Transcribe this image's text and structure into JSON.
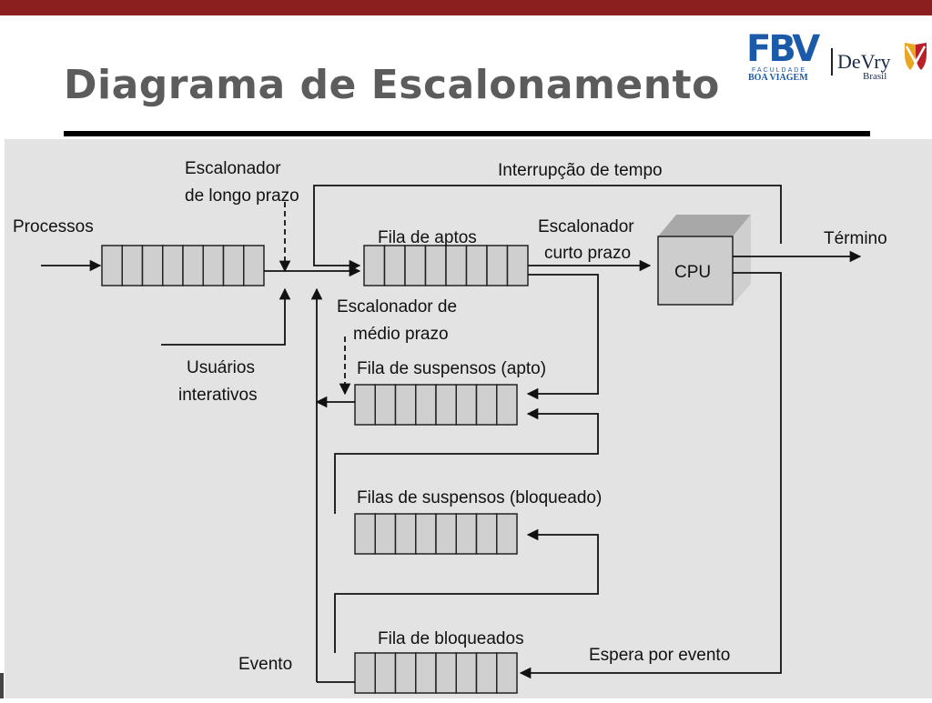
{
  "slide": {
    "title": "Diagrama de Escalonamento",
    "colors": {
      "top_bar": "#8b1e1e",
      "title": "#5c5c5c",
      "diagram_bg": "#e3e3e3",
      "logo_blue": "#1b5aa8",
      "devry_red": "#b8202a",
      "devry_gold": "#e8a723"
    }
  },
  "logos": {
    "fbv": {
      "mark": "FBV",
      "line1": "FACULDADE",
      "line2": "BOA VIAGEM"
    },
    "devry": {
      "name": "DeVry",
      "country": "Brasil",
      "icon": "devry-shield-icon"
    }
  },
  "diagram": {
    "labels": {
      "processos": "Processos",
      "esc_longo_1": "Escalonador",
      "esc_longo_2": "de longo prazo",
      "interrupcao": "Interrupção de tempo",
      "fila_aptos": "Fila de aptos",
      "esc_curto_1": "Escalonador",
      "esc_curto_2": "curto prazo",
      "cpu": "CPU",
      "termino": "Término",
      "esc_medio_1": "Escalonador de",
      "esc_medio_2": "médio prazo",
      "usuarios_1": "Usuários",
      "usuarios_2": "interativos",
      "fila_susp_apto": "Fila de suspensos (apto)",
      "filas_susp_bloq": "Filas de suspensos (bloqueado)",
      "fila_bloqueados": "Fila de bloqueados",
      "evento": "Evento",
      "espera": "Espera por evento"
    },
    "queues": [
      {
        "id": "entrada",
        "cells": 8
      },
      {
        "id": "aptos",
        "cells": 8
      },
      {
        "id": "susp_apto",
        "cells": 8
      },
      {
        "id": "susp_bloq",
        "cells": 8
      },
      {
        "id": "bloqueados",
        "cells": 8
      }
    ]
  }
}
